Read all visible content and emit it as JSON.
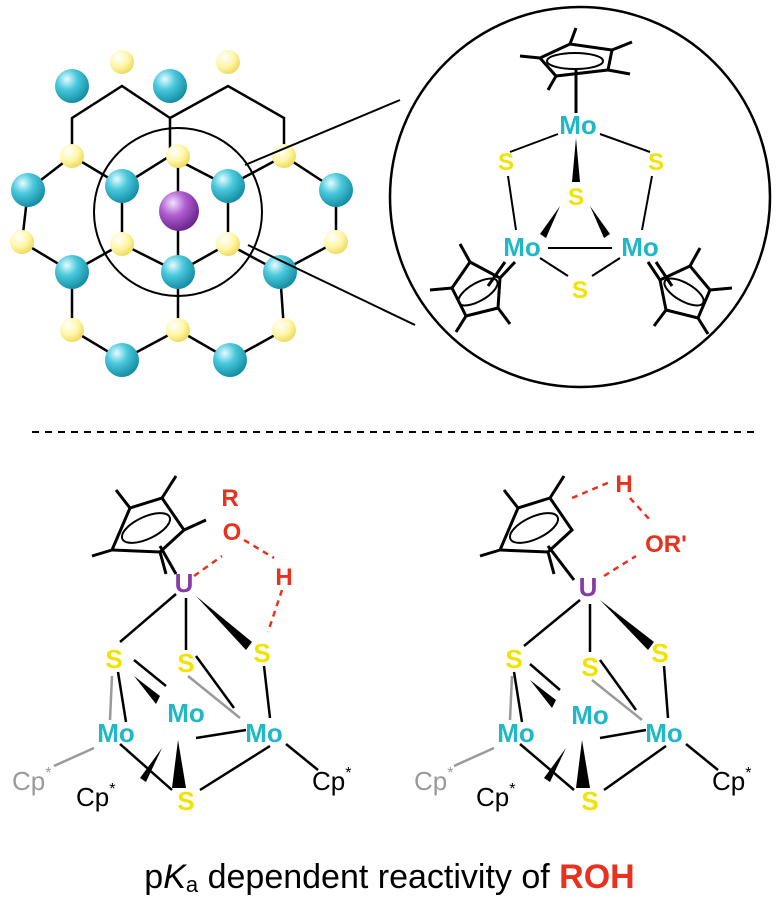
{
  "colors": {
    "mo": "#1fb8c4",
    "sulfur": "#f2e200",
    "uranium": "#8a3aa8",
    "red": "#e8321e",
    "grey": "#9a9a9a",
    "lattice_mo": "#3cc6d8",
    "lattice_s": "#fff7a0",
    "center_atom": "#a44cc0"
  },
  "labels": {
    "mo": "Mo",
    "s": "S",
    "u": "U",
    "r": "R",
    "o": "O",
    "h": "H",
    "or_prime": "OR'",
    "cp": "Cp",
    "star": "*"
  },
  "caption": {
    "p": "p",
    "k": "K",
    "a": "a",
    "middle": " dependent reactivity of ",
    "roh": "ROH"
  }
}
